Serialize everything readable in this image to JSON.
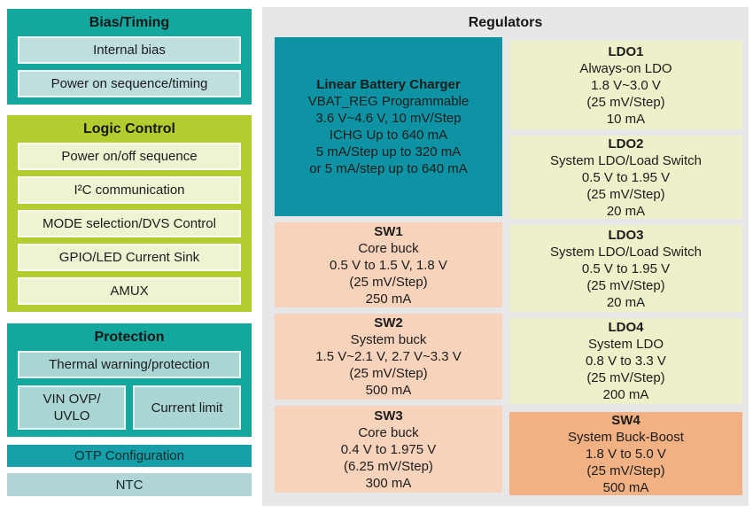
{
  "left_column": {
    "bias_timing": {
      "title": "Bias/Timing",
      "items": [
        "Internal bias",
        "Power on sequence/timing"
      ]
    },
    "logic_control": {
      "title": "Logic Control",
      "items": [
        "Power on/off sequence",
        "I²C communication",
        "MODE selection/DVS Control",
        "GPIO/LED Current Sink",
        "AMUX"
      ]
    },
    "protection": {
      "title": "Protection",
      "thermal": "Thermal warning/protection",
      "vin_ovp": "VIN OVP/\nUVLO",
      "current_limit": "Current limit"
    },
    "otp": "OTP Configuration",
    "ntc": "NTC"
  },
  "regulators": {
    "title": "Regulators",
    "charger": {
      "title": "Linear Battery Charger",
      "lines": [
        "VBAT_REG Programmable",
        "3.6 V~4.6 V, 10 mV/Step",
        "ICHG Up to 640 mA",
        "5 mA/Step up to 320 mA",
        "or 5 mA/step up to 640 mA"
      ]
    },
    "sw1": {
      "title": "SW1",
      "lines": [
        "Core buck",
        "0.5 V to 1.5 V, 1.8 V",
        "(25 mV/Step)",
        "250 mA"
      ]
    },
    "sw2": {
      "title": "SW2",
      "lines": [
        "System buck",
        "1.5 V~2.1 V, 2.7 V~3.3 V",
        "(25 mV/Step)",
        "500 mA"
      ]
    },
    "sw3": {
      "title": "SW3",
      "lines": [
        "Core buck",
        "0.4 V to 1.975 V",
        "(6.25 mV/Step)",
        "300 mA"
      ]
    },
    "sw4": {
      "title": "SW4",
      "lines": [
        "System Buck-Boost",
        "1.8 V to 5.0 V",
        "(25 mV/Step)",
        "500 mA"
      ]
    },
    "ldo1": {
      "title": "LDO1",
      "lines": [
        "Always-on LDO",
        "1.8 V~3.0 V",
        "(25 mV/Step)",
        "10 mA"
      ]
    },
    "ldo2": {
      "title": "LDO2",
      "lines": [
        "System LDO/Load Switch",
        "0.5 V to 1.95 V",
        "(25 mV/Step)",
        "20 mA"
      ]
    },
    "ldo3": {
      "title": "LDO3",
      "lines": [
        "System LDO/Load Switch",
        "0.5 V to 1.95 V",
        "(25 mV/Step)",
        "20 mA"
      ]
    },
    "ldo4": {
      "title": "LDO4",
      "lines": [
        "System LDO",
        "0.8 V to 3.3 V",
        "(25 mV/Step)",
        "200 mA"
      ]
    }
  },
  "colors": {
    "teal_panel": "#14a79e",
    "teal_item_bias": "#bedfdd",
    "teal_item_protection": "#a9d6d3",
    "lime_panel": "#b5cc2e",
    "lime_item": "#eef3d1",
    "charger_teal": "#0d93a3",
    "otp_teal": "#169fa8",
    "ntc_pale": "#b1d4d6",
    "panel_gray": "#e7e7e9",
    "ldo_bg": "#edf0c8",
    "sw_bg": "#f7d3bb",
    "sw4_bg": "#f1b183",
    "text": "#1c1c1c"
  }
}
